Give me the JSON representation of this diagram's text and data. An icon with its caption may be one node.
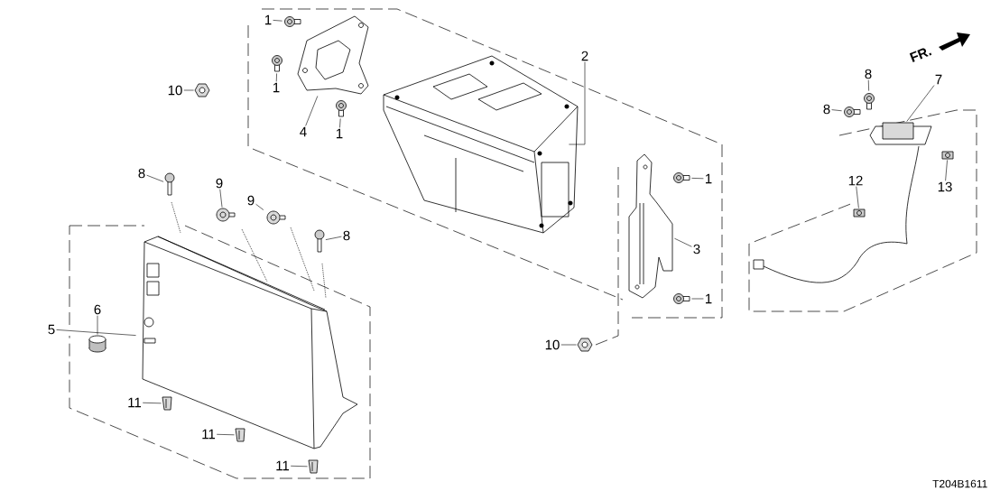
{
  "diagram": {
    "nodes": [
      {
        "text": [
          "1"
        ]
      },
      {
        "text": [],
        "shape": "picture"
      },
      {
        "text": [
          "1"
        ]
      },
      {
        "text": [],
        "shape": "picture"
      },
      {
        "text": [
          "10"
        ]
      },
      {
        "text": [],
        "shape": "picture"
      },
      {
        "text": [
          "4"
        ]
      },
      {
        "text": [],
        "shape": "picture"
      },
      {
        "text": [
          "1"
        ]
      },
      {
        "text": [],
        "shape": "picture"
      },
      {
        "text": [
          "2"
        ]
      },
      {
        "text": [],
        "shape": "picture"
      },
      {
        "text": [
          "8"
        ]
      },
      {
        "text": [],
        "shape": "picture"
      },
      {
        "text": [
          "9"
        ]
      },
      {
        "text": [],
        "shape": "picture"
      },
      {
        "text": [
          "9"
        ]
      },
      {
        "text": [],
        "shape": "picture"
      },
      {
        "text": [
          "8"
        ]
      },
      {
        "text": [],
        "shape": "picture"
      },
      {
        "text": [
          "5"
        ]
      },
      {
        "text": [],
        "shape": "picture"
      },
      {
        "text": [
          "6"
        ]
      },
      {
        "text": [],
        "shape": "cylinder"
      },
      {
        "text": [
          "1"
        ]
      },
      {
        "text": [],
        "shape": "picture"
      },
      {
        "text": [
          "3"
        ]
      },
      {
        "text": [],
        "shape": "picture"
      },
      {
        "text": [
          "1"
        ]
      },
      {
        "text": [],
        "shape": "picture"
      },
      {
        "text": [
          "10"
        ]
      },
      {
        "text": [],
        "shape": "picture"
      },
      {
        "text": [
          "8"
        ]
      },
      {
        "text": [],
        "shape": "picture"
      },
      {
        "text": [
          "8"
        ]
      },
      {
        "text": [],
        "shape": "picture"
      },
      {
        "text": [
          "7"
        ]
      },
      {
        "text": [],
        "shape": "box"
      },
      {
        "text": [
          "12"
        ]
      },
      {
        "text": [],
        "shape": "picture"
      },
      {
        "text": [
          "13"
        ]
      },
      {
        "text": [],
        "shape": "picture"
      },
      {
        "text": [
          "11"
        ]
      },
      {
        "text": [],
        "shape": "picture"
      },
      {
        "text": [
          "11"
        ]
      },
      {
        "text": [],
        "shape": "picture"
      },
      {
        "text": [
          "11"
        ]
      },
      {
        "text": [],
        "shape": "picture"
      }
    ],
    "edges": [
      {
        "from": 0,
        "to": 1,
        "arrow": "none"
      },
      {
        "from": 2,
        "to": 3,
        "arrow": "none"
      },
      {
        "from": 4,
        "to": 5,
        "arrow": "none"
      },
      {
        "from": 6,
        "to": 7,
        "arrow": "none"
      },
      {
        "from": 8,
        "to": 9,
        "arrow": "none"
      },
      {
        "from": 10,
        "to": 11,
        "arrow": "none"
      },
      {
        "from": 12,
        "to": 13,
        "arrow": "none"
      },
      {
        "from": 14,
        "to": 15,
        "arrow": "none"
      },
      {
        "from": 16,
        "to": 17,
        "arrow": "none"
      },
      {
        "from": 18,
        "to": 19,
        "arrow": "none"
      },
      {
        "from": 20,
        "to": 21,
        "arrow": "none"
      },
      {
        "from": 22,
        "to": 23,
        "arrow": "none"
      },
      {
        "from": 24,
        "to": 25,
        "arrow": "none"
      },
      {
        "from": 26,
        "to": 27,
        "arrow": "none"
      },
      {
        "from": 28,
        "to": 29,
        "arrow": "none"
      },
      {
        "from": 30,
        "to": 31,
        "arrow": "none"
      },
      {
        "from": 32,
        "to": 33,
        "arrow": "none"
      },
      {
        "from": 34,
        "to": 35,
        "arrow": "none"
      },
      {
        "from": 36,
        "to": 37,
        "arrow": "none"
      },
      {
        "from": 38,
        "to": 39,
        "arrow": "none"
      },
      {
        "from": 40,
        "to": 41,
        "arrow": "none"
      },
      {
        "from": 42,
        "to": 43,
        "arrow": "none"
      },
      {
        "from": 44,
        "to": 45,
        "arrow": "none"
      },
      {
        "from": 46,
        "to": 47,
        "arrow": "none"
      }
    ],
    "labels": [
      "FR.",
      "T204B1611"
    ]
  }
}
